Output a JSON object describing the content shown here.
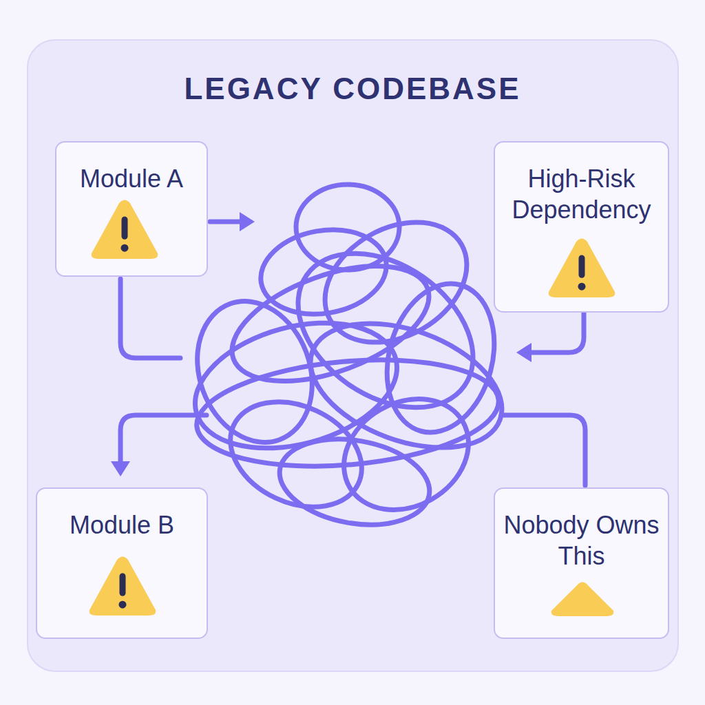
{
  "diagram": {
    "title": "LEGACY CODEBASE",
    "nodes": [
      {
        "text": [
          "Module A"
        ]
      },
      {
        "text": [
          "High-Risk Dependency"
        ]
      },
      {
        "text": [
          "Module B"
        ]
      },
      {
        "text": [
          "Nobody Owns This"
        ]
      }
    ]
  }
}
